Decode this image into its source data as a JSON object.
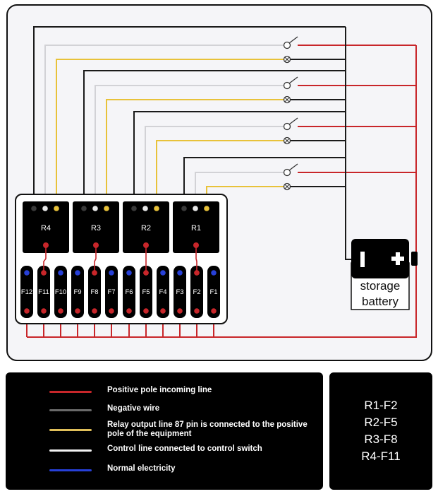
{
  "colors": {
    "positive": "#c8262a",
    "negative": "#1a1a1a",
    "output87": "#e8c23a",
    "control": "#d2d2d6",
    "normal": "#2740d8",
    "panel_bg": "#f5f5f8",
    "component": "#000000"
  },
  "relays": [
    {
      "label": "R4"
    },
    {
      "label": "R3"
    },
    {
      "label": "R2"
    },
    {
      "label": "R1"
    }
  ],
  "fuses": [
    {
      "label": "F12",
      "top_pin": "normal"
    },
    {
      "label": "F11",
      "top_pin": "positive"
    },
    {
      "label": "F10",
      "top_pin": "normal"
    },
    {
      "label": "F9",
      "top_pin": "normal"
    },
    {
      "label": "F8",
      "top_pin": "positive"
    },
    {
      "label": "F7",
      "top_pin": "normal"
    },
    {
      "label": "F6",
      "top_pin": "normal"
    },
    {
      "label": "F5",
      "top_pin": "positive"
    },
    {
      "label": "F4",
      "top_pin": "normal"
    },
    {
      "label": "F3",
      "top_pin": "normal"
    },
    {
      "label": "F2",
      "top_pin": "positive"
    },
    {
      "label": "F1",
      "top_pin": "normal"
    }
  ],
  "battery": {
    "negative_symbol": "I",
    "positive_symbol": "+",
    "label_line1": "storage",
    "label_line2": "battery"
  },
  "legend": [
    {
      "color": "#c8262a",
      "text": "Positive pole incoming line"
    },
    {
      "color": "#6a6a6a",
      "text": "Negative wire"
    },
    {
      "color": "#e0bf5a",
      "text": "Relay output line 87 pin is connected to the positive pole of the equipment"
    },
    {
      "color": "#f2f2f2",
      "text": "Control line connected to control switch"
    },
    {
      "color": "#2740d8",
      "text": "Normal electricity"
    }
  ],
  "mapping": [
    "R1-F2",
    "R2-F5",
    "R3-F8",
    "R4-F11"
  ]
}
